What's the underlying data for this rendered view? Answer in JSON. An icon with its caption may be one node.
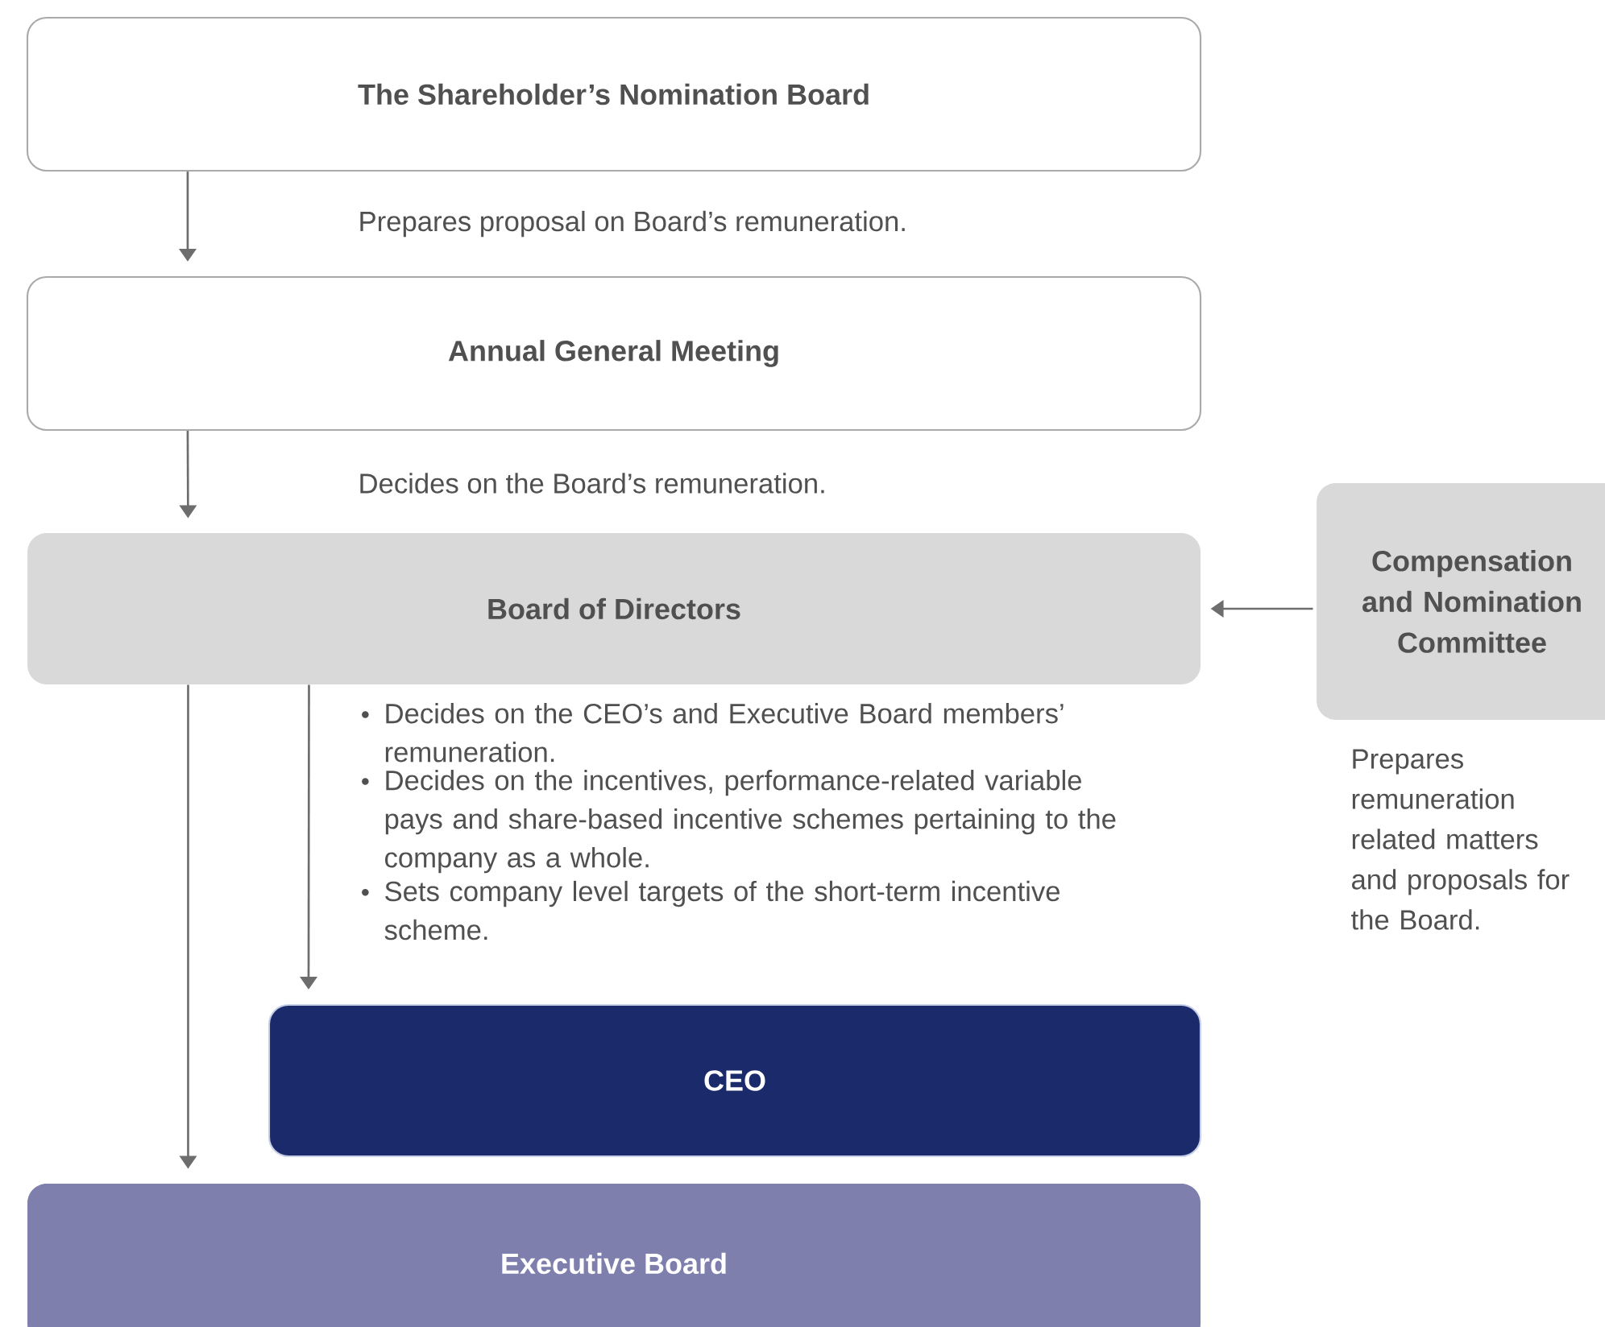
{
  "diagram": {
    "nodes": [
      {
        "text": [
          "The Shareholder’s Nomination Board"
        ]
      },
      {
        "text": [
          "Annual General Meeting"
        ]
      },
      {
        "text": [
          "Board of Directors"
        ]
      },
      {
        "text": [
          "Compensation and Nomination Committee"
        ],
        "beside": [
          "Prepares remuneration related matters and proposals for the Board."
        ]
      },
      {
        "text": [
          "CEO"
        ]
      },
      {
        "text": [
          "Executive Board"
        ]
      }
    ],
    "edges": [
      {
        "from": 0,
        "to": 1,
        "arrow": "to"
      },
      {
        "from": 1,
        "to": 2,
        "arrow": "to"
      },
      {
        "from": 3,
        "to": 2,
        "arrow": "to"
      },
      {
        "from": 2,
        "to": 4,
        "arrow": "to"
      },
      {
        "from": 2,
        "to": 5,
        "arrow": "to"
      }
    ],
    "labels": [
      "Prepares proposal on Board’s remuneration.",
      "Decides on the Board’s remuneration.",
      "Decides on the CEO’s and Executive Board members’ remuneration.",
      "Decides on the incentives, performance-related variable pays and share-based incentive schemes pertaining to the company as a whole.",
      "Sets company level targets of the short-term incentive scheme."
    ]
  }
}
